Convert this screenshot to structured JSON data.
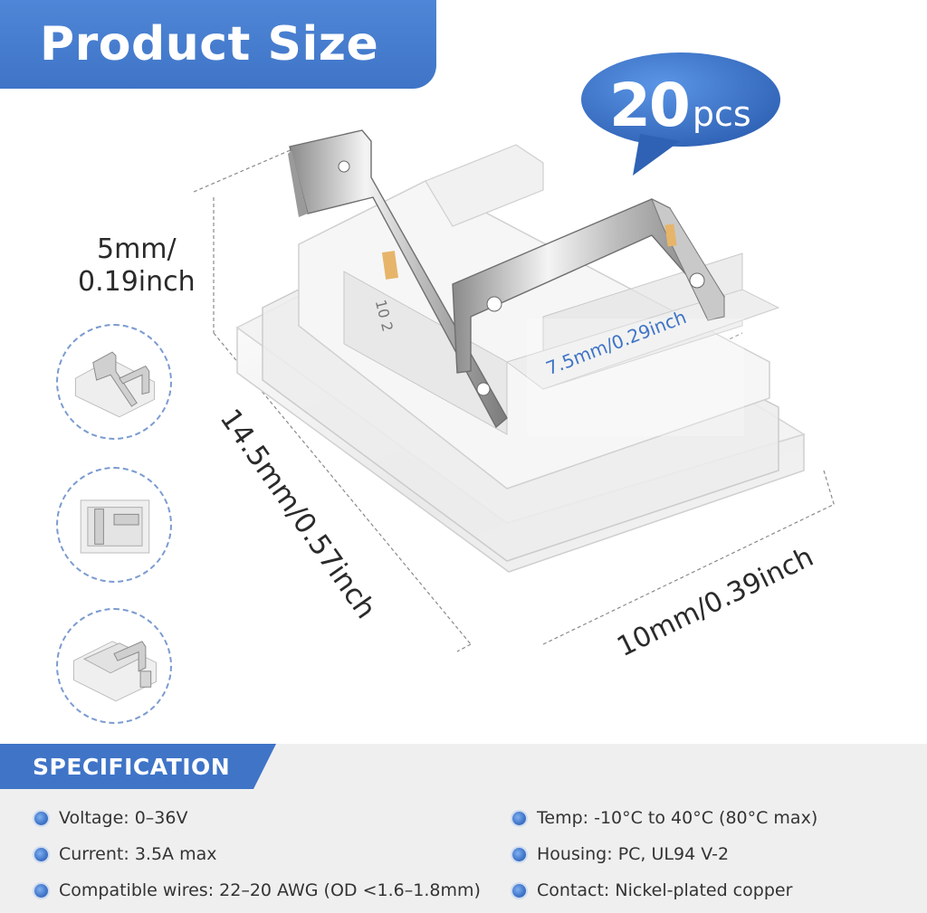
{
  "header": {
    "title": "Product Size"
  },
  "badge": {
    "number": "20",
    "unit": "pcs",
    "color": "#3f74c7"
  },
  "dimensions": {
    "height_line1": "5mm/",
    "height_line2": "0.19inch",
    "length": "14.5mm/0.57inch",
    "width": "10mm/0.39inch",
    "inner": "7.5mm/0.29inch"
  },
  "part_marking": {
    "text": "10 2"
  },
  "spec": {
    "heading": "SPECIFICATION",
    "left": [
      {
        "label": "Voltage:",
        "value": "0–36V"
      },
      {
        "label": "Current:",
        "value": "3.5A max"
      },
      {
        "label": "Compatible wires:",
        "value": "22–20 AWG (OD <1.6–1.8mm)"
      }
    ],
    "right": [
      {
        "label": "Temp:",
        "value": "-10°C to 40°C (80°C max)"
      },
      {
        "label": "Housing:",
        "value": "PC, UL94 V-2"
      },
      {
        "label": "Contact:",
        "value": "Nickel-plated copper"
      }
    ]
  },
  "colors": {
    "accent": "#3f74c7",
    "spec_background": "#efefef",
    "dot_border": "#cfdcf0"
  }
}
